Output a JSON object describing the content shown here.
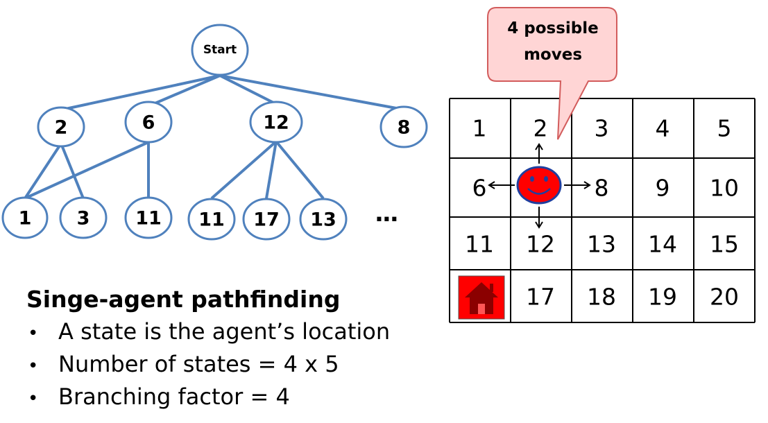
{
  "tree": {
    "root": "Start",
    "level1": [
      "2",
      "6",
      "12",
      "8"
    ],
    "level2": [
      "1",
      "3",
      "11",
      "11",
      "17",
      "13"
    ],
    "ellipsis": "..."
  },
  "text": {
    "title": "Singe-agent pathfinding",
    "bullets": [
      "A state is the agent’s location",
      "Number of states = 4 x 5",
      "Branching factor = 4"
    ]
  },
  "callout": {
    "line1": "4 possible",
    "line2": "moves"
  },
  "grid": {
    "rows": [
      [
        "1",
        "2",
        "3",
        "4",
        "5"
      ],
      [
        "6",
        "",
        "8",
        "9",
        "10"
      ],
      [
        "11",
        "12",
        "13",
        "14",
        "15"
      ],
      [
        "",
        "17",
        "18",
        "19",
        "20"
      ]
    ],
    "agent_icon": "smiley-face-icon",
    "goal_icon": "house-icon"
  },
  "colors": {
    "tree_stroke": "#4f81bd",
    "callout_fill": "#ffd5d5",
    "callout_stroke": "#d25c5c",
    "agent_fill": "#ff0000",
    "agent_stroke": "#1f3f9f",
    "goal_fill": "#ff0000",
    "house_color": "#8b0000"
  }
}
